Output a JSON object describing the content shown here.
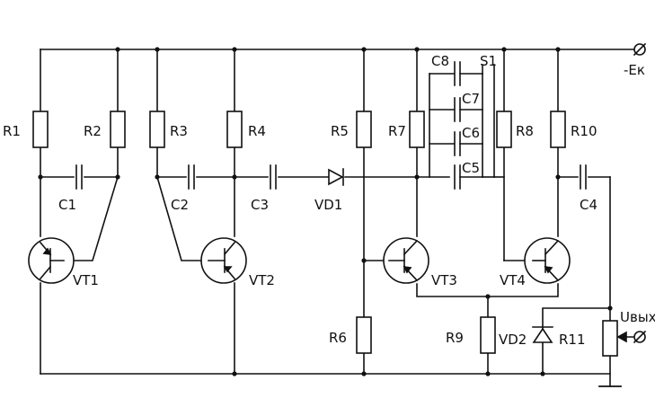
{
  "labels": {
    "r1": "R1",
    "r2": "R2",
    "r3": "R3",
    "r4": "R4",
    "r5": "R5",
    "r6": "R6",
    "r7": "R7",
    "r8": "R8",
    "r9": "R9",
    "r10": "R10",
    "r11": "R11",
    "c1": "C1",
    "c2": "C2",
    "c3": "C3",
    "c4": "C4",
    "c5": "C5",
    "c6": "C6",
    "c7": "C7",
    "c8": "C8",
    "vt1": "VT1",
    "vt2": "VT2",
    "vt3": "VT3",
    "vt4": "VT4",
    "vd1": "VD1",
    "vd2": "VD2",
    "s1": "S1",
    "supply": "-Eк",
    "output": "Uвых"
  },
  "colors": {
    "ink": "#111111",
    "background": "#ffffff"
  }
}
